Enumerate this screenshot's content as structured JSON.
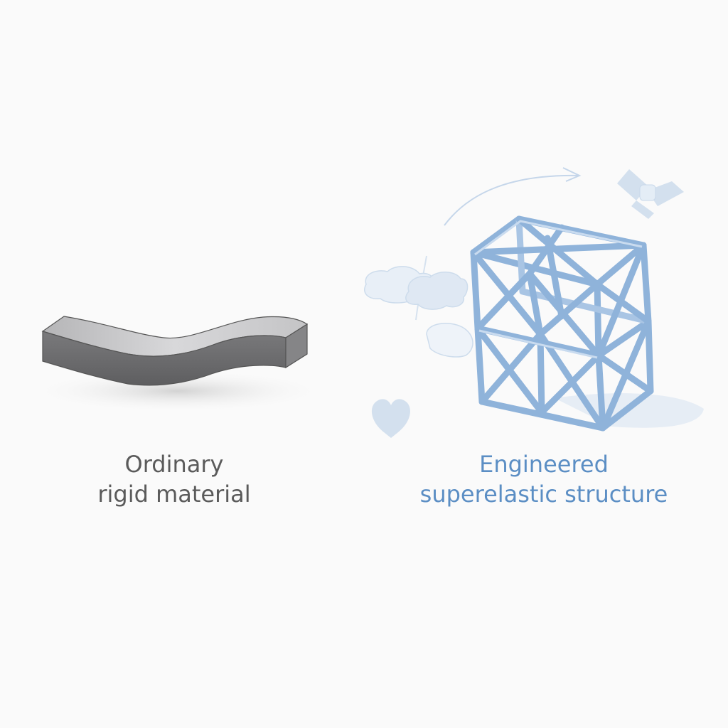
{
  "left": {
    "caption_line1": "Ordinary",
    "caption_line2": "rigid material",
    "object": "gray-bent-bar",
    "color": "#6e6e70"
  },
  "right": {
    "caption_line1": "Engineered",
    "caption_line2": "superelastic structure",
    "object": "blue-lattice-structure",
    "color": "#5b8ec4",
    "decorations": [
      "curved-arrow-icon",
      "satellite-icon",
      "cloud-icon",
      "heart-icon"
    ]
  }
}
